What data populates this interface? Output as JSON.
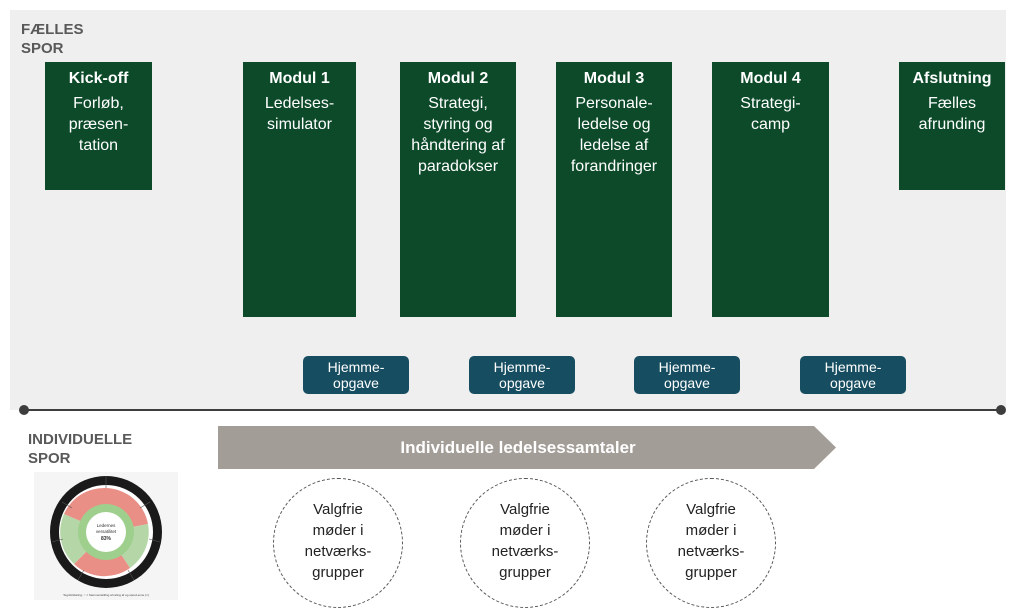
{
  "sections": {
    "faelles": [
      "FÆLLES",
      "SPOR"
    ],
    "individuelle": [
      "INDIVIDUELLE",
      "SPOR"
    ]
  },
  "modules": [
    {
      "title": "Kick-off",
      "lines": [
        "Forløb,",
        "præsen-",
        "tation"
      ]
    },
    {
      "title": "Modul 1",
      "lines": [
        "Ledelses-",
        "simulator"
      ]
    },
    {
      "title": "Modul 2",
      "lines": [
        "Strategi,",
        "styring og",
        "håndtering af",
        "paradokser"
      ]
    },
    {
      "title": "Modul 3",
      "lines": [
        "Personale-",
        "ledelse og",
        "ledelse af",
        "forandringer"
      ]
    },
    {
      "title": "Modul 4",
      "lines": [
        "Strategi-",
        "camp"
      ]
    },
    {
      "title": "Afslutning",
      "lines": [
        "Fælles",
        "afrunding"
      ]
    }
  ],
  "homework": [
    [
      "Hjemme-",
      "opgave"
    ],
    [
      "Hjemme-",
      "opgave"
    ],
    [
      "Hjemme-",
      "opgave"
    ],
    [
      "Hjemme-",
      "opgave"
    ]
  ],
  "arrow_label": "Individuelle ledelsessamtaler",
  "circles": [
    [
      "Valgfrie",
      "møder i",
      "netværks-",
      "grupper"
    ],
    [
      "Valgfrie",
      "møder i",
      "netværks-",
      "grupper"
    ],
    [
      "Valgfrie",
      "møder i",
      "netværks-",
      "grupper"
    ]
  ],
  "wheel": {
    "center_lines": [
      "Ledernes",
      "versatilitet",
      "83%"
    ],
    "caption": "Tegnforklaring: ○ = Sammenstilling af rating af og spred-evne (=)"
  },
  "colors": {
    "module_green": "#0d4a2a",
    "homework_teal": "#174d60",
    "arrow_gray": "#a39d98",
    "top_background": "#efefef"
  }
}
